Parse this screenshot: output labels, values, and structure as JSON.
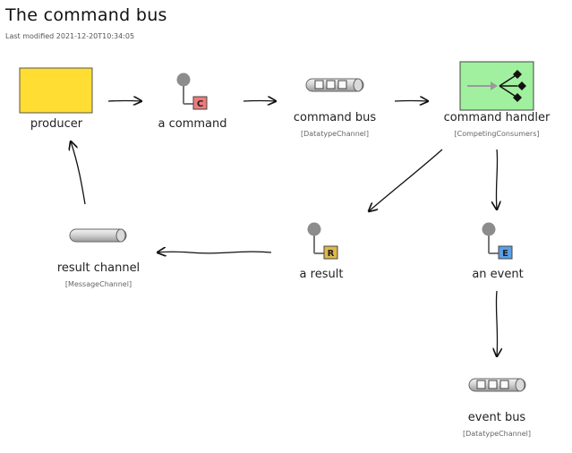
{
  "header": {
    "title": "The command bus",
    "modified": "Last modified 2021-12-20T10:34:05"
  },
  "nodes": {
    "producer": {
      "label": "producer"
    },
    "command": {
      "label": "a command",
      "badge": "C"
    },
    "command_bus": {
      "label": "command bus",
      "type": "[DatatypeChannel]"
    },
    "command_handler": {
      "label": "command handler",
      "type": "[CompetingConsumers]"
    },
    "result_channel": {
      "label": "result channel",
      "type": "[MessageChannel]"
    },
    "result": {
      "label": "a result",
      "badge": "R"
    },
    "event": {
      "label": "an event",
      "badge": "E"
    },
    "event_bus": {
      "label": "event bus",
      "type": "[DatatypeChannel]"
    }
  },
  "colors": {
    "producer_fill": "#ffdd33",
    "handler_fill": "#a0f0a0",
    "badge_command": "#f07a7a",
    "badge_result": "#e0b84a",
    "badge_event": "#5aa0e8"
  },
  "icons": {
    "message": "message-icon",
    "channel": "pipe-channel-icon",
    "consumers": "competing-consumers-icon"
  }
}
